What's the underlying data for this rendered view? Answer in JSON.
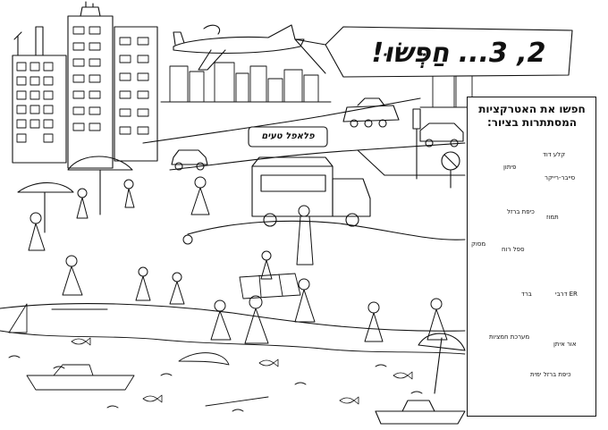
{
  "title": {
    "text": "2, 3... חַפְּשׂוּ!"
  },
  "food_truck_sign": {
    "text": "פלאפל טעים"
  },
  "panel": {
    "heading_line1": "חפשו את האטרקציות",
    "heading_line2": "המסתתרות בציור:",
    "items": [
      {
        "label": "קלע דוד",
        "icon": "rocket-icon"
      },
      {
        "label": "פיתון",
        "icon": "missile-icon"
      },
      {
        "label": "סייבר-רייקר",
        "icon": "drone-icon"
      },
      {
        "label": "כיפת ברזל",
        "icon": "launcher-icon"
      },
      {
        "label": "תמוז",
        "icon": "missile-icon"
      },
      {
        "label": "מסוק",
        "icon": "helicopter-icon"
      },
      {
        "label": "ספל רוח",
        "icon": "robot-icon"
      },
      {
        "label": "ברד",
        "icon": "tank-icon"
      },
      {
        "label": "ER דרבי",
        "icon": "missile-icon"
      },
      {
        "label": "מערכת חמציות",
        "icon": "cannon-icon"
      },
      {
        "label": "אור איתן",
        "icon": "laser-icon"
      },
      {
        "label": "כיפת ברזל ימית",
        "icon": "ship-icon"
      }
    ]
  },
  "colors": {
    "line": "#111111",
    "background": "#ffffff"
  }
}
